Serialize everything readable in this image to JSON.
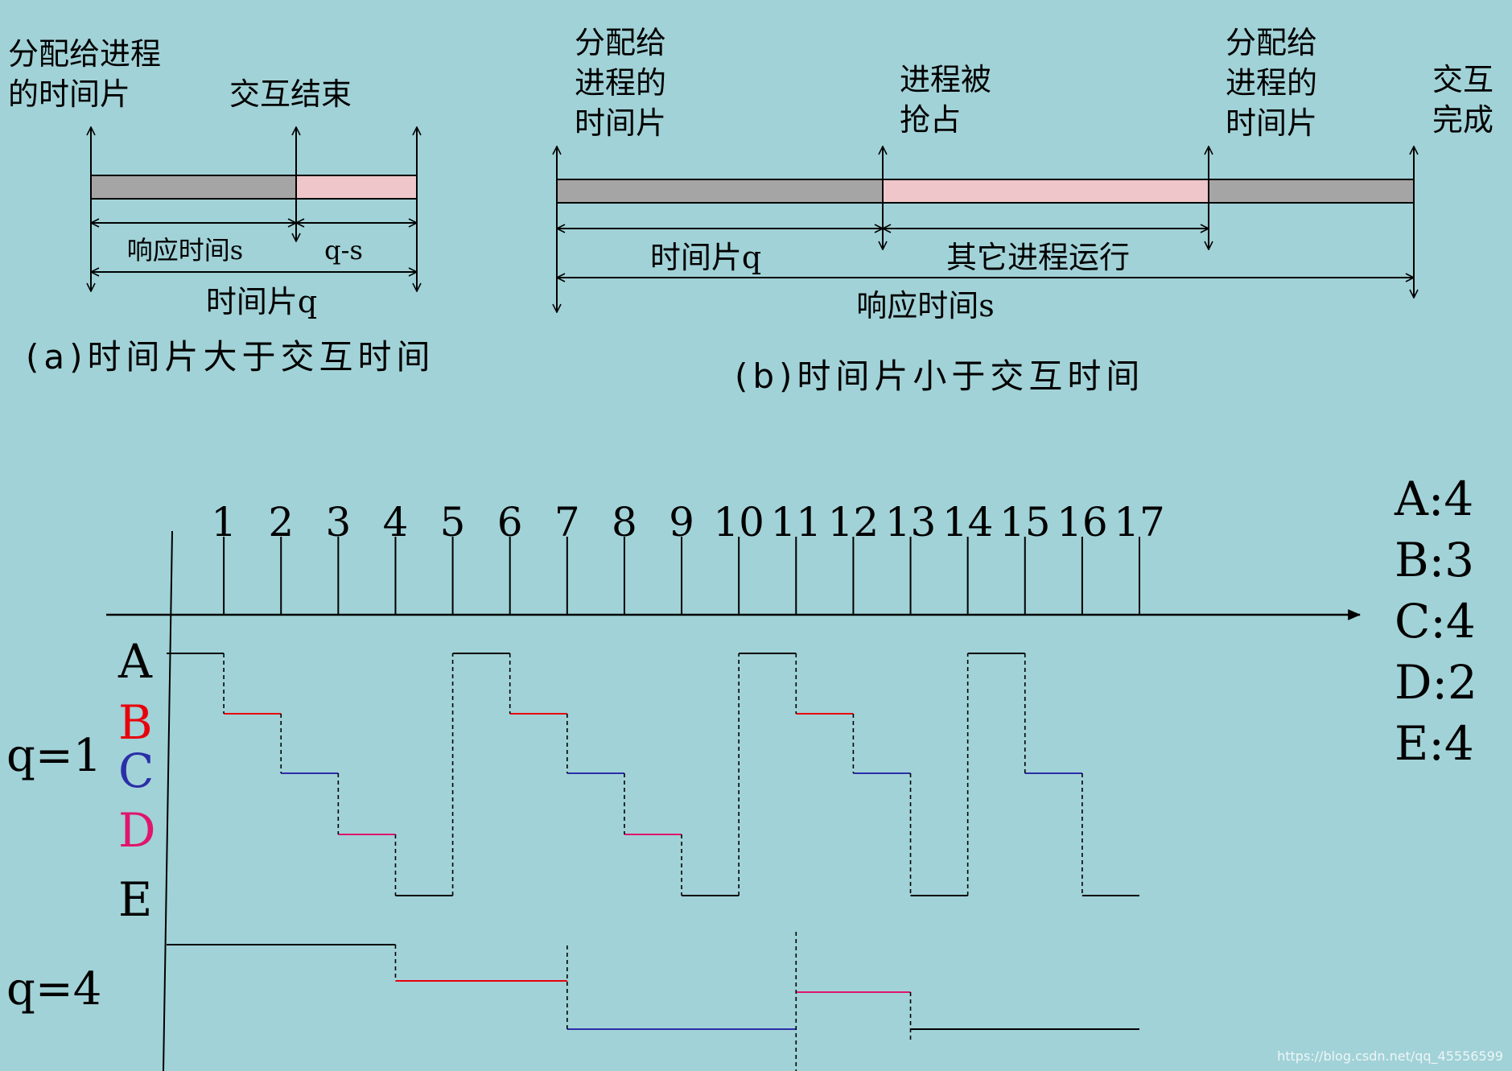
{
  "colors": {
    "background": "#a1d2d7",
    "gray_segment": "#a5a5a5",
    "pink_segment": "#efc6c9",
    "A": "#000000",
    "B": "#e8000b",
    "C": "#2b2ea8",
    "D": "#e0156b",
    "E": "#000000"
  },
  "diagram_a": {
    "label_slice": "分配给进程的时间片",
    "label_end": "交互结束",
    "dim_response": "响应时间s",
    "dim_rest": "q-s",
    "dim_slice": "时间片q",
    "caption": "(a)时间片大于交互时间"
  },
  "diagram_b": {
    "label_slice_1": "分配给进程的时间片",
    "label_preempt": "进程被抢占",
    "label_slice_2": "分配给进程的时间片",
    "label_done": "交互完成",
    "dim_slice": "时间片q",
    "dim_others": "其它进程运行",
    "dim_response": "响应时间s",
    "caption": "(b)时间片小于交互时间"
  },
  "timeline": {
    "ticks": [
      "1",
      "2",
      "3",
      "4",
      "5",
      "6",
      "7",
      "8",
      "9",
      "10",
      "11",
      "12",
      "13",
      "14",
      "15",
      "16",
      "17"
    ],
    "process_labels": [
      "A",
      "B",
      "C",
      "D",
      "E"
    ],
    "label_q1": "q=1",
    "label_q4": "q=4",
    "service_times": [
      "A:4",
      "B:3",
      "C:4",
      "D:2",
      "E:4"
    ],
    "q1_schedule": [
      "A",
      "B",
      "C",
      "D",
      "E",
      "A",
      "B",
      "C",
      "D",
      "E",
      "A",
      "B",
      "C",
      "E",
      "A",
      "C",
      "E"
    ],
    "q4_schedule": [
      {
        "process": "A",
        "start": 0,
        "end": 4
      },
      {
        "process": "B",
        "start": 4,
        "end": 7
      },
      {
        "process": "C",
        "start": 7,
        "end": 11
      },
      {
        "process": "D",
        "start": 11,
        "end": 13
      },
      {
        "process": "E",
        "start": 13,
        "end": 17
      }
    ]
  },
  "watermark": "https://blog.csdn.net/qq_45556599"
}
